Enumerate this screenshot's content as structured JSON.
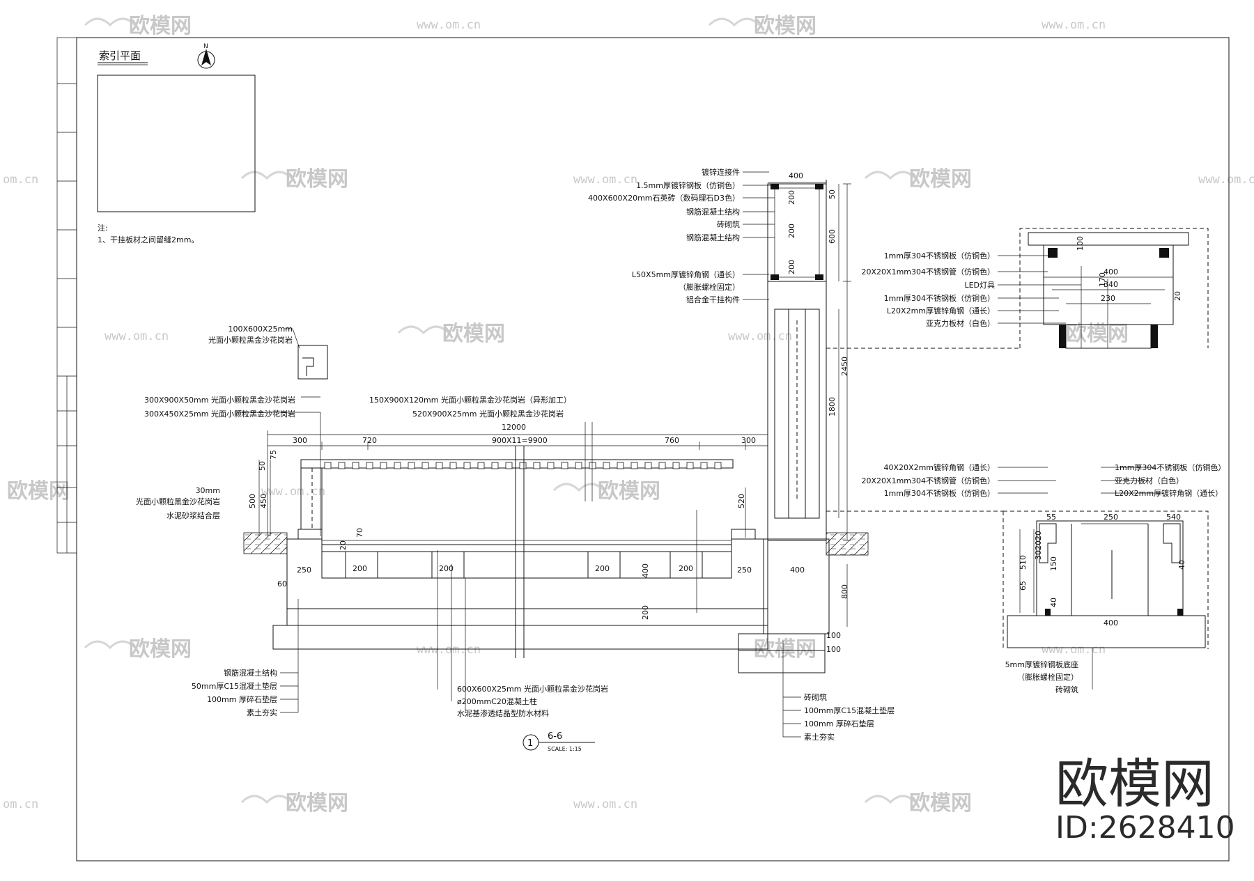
{
  "watermark": {
    "brand": "欧模网",
    "url": "www.om.cn",
    "url_partial": "om.cn"
  },
  "brand_block": {
    "name": "欧模网",
    "id": "ID:2628410"
  },
  "index_plan": {
    "title": "索引平面",
    "north": "N"
  },
  "notes": {
    "heading": "注:",
    "line1": "1、干挂板材之间留缝2mm。"
  },
  "section": {
    "number": "1",
    "name": "6-6",
    "scale": "SCALE:  1:15"
  },
  "dims": {
    "total": "12000",
    "d300a": "300",
    "d720": "720",
    "d900x11": "900X11=9900",
    "d760": "760",
    "d300b": "300",
    "d75": "75",
    "d50": "50",
    "d500": "500",
    "d450": "450",
    "d520": "520",
    "d70": "70",
    "d20": "20",
    "d250a": "250",
    "d250b": "250",
    "d60": "60",
    "d200a": "200",
    "d200b": "200",
    "d200c": "200",
    "d200d": "200",
    "d400v": "400",
    "d200v": "200",
    "p400top": "400",
    "p50": "50",
    "p600": "600",
    "p2450": "2450",
    "p1800": "1800",
    "p800": "800",
    "p100": "100",
    "p100b": "100",
    "pbase400": "400",
    "pc200a": "200",
    "pc200b": "200",
    "pc200c": "200",
    "r400": "400",
    "r340": "340",
    "r230": "230",
    "r20": "20",
    "r170": "170",
    "r100": "100",
    "b55": "55",
    "b250": "250",
    "b540": "540",
    "b40": "40",
    "b150": "150",
    "b40b": "40",
    "b400": "400",
    "b510": "510",
    "b302020": "302020",
    "b65": "65"
  },
  "labels_pillar": [
    "镀锌连接件",
    "1.5mm厚镀锌钢板（仿铜色）",
    "400X600X20mm石英砖（数码理石D3色）",
    "钢筋混凝土结构",
    "砖砌筑",
    "钢筋混凝土结构",
    "L50X5mm厚镀锌角钢（通长）",
    "（膨胀螺栓固定）",
    "铝合金干挂构件"
  ],
  "labels_top_right": [
    "1mm厚304不锈钢板（仿铜色）",
    "20X20X1mm304不锈钢管（仿铜色）",
    "LED灯具",
    "1mm厚304不锈钢板（仿铜色）",
    "L20X2mm厚镀锌角钢（通长）",
    "亚克力板材（白色）"
  ],
  "labels_bottom_right_left": [
    "40X20X2mm镀锌角钢（通长）",
    "20X20X1mm304不锈钢管（仿铜色）",
    "1mm厚304不锈钢板（仿铜色）"
  ],
  "labels_bottom_right_right": [
    "1mm厚304不锈钢板（仿铜色）",
    "亚克力板材（白色）",
    "L20X2mm厚镀锌角钢（通长）"
  ],
  "labels_bottom_right_below": [
    "5mm厚镀锌钢板底座",
    "（膨胀螺栓固定）",
    "砖砌筑"
  ],
  "labels_left": {
    "cap1": "100X600X25mm",
    "cap2": "光面小颗粒黑金沙花岗岩",
    "a1": "300X900X50mm 光面小颗粒黑金沙花岗岩",
    "a2": "300X450X25mm 光面小颗粒黑金沙花岗岩",
    "b1": "30mm",
    "b2": "光面小颗粒黑金沙花岗岩",
    "b3": "水泥砂浆结合层"
  },
  "labels_mid_top": {
    "m1": "150X900X120mm 光面小颗粒黑金沙花岗岩（异形加工）",
    "m2": "520X900X25mm 光面小颗粒黑金沙花岗岩"
  },
  "labels_bottom_left": [
    "钢筋混凝土结构",
    "50mm厚C15混凝土垫层",
    "100mm 厚碎石垫层",
    "素土夯实"
  ],
  "labels_bottom_mid": [
    "600X600X25mm 光面小颗粒黑金沙花岗岩",
    "ø200mmC20混凝土柱",
    "水泥基渗透结晶型防水材料"
  ],
  "labels_bottom_pillar": [
    "砖砌筑",
    "100mm厚C15混凝土垫层",
    "100mm 厚碎石垫层",
    "素土夯实"
  ]
}
